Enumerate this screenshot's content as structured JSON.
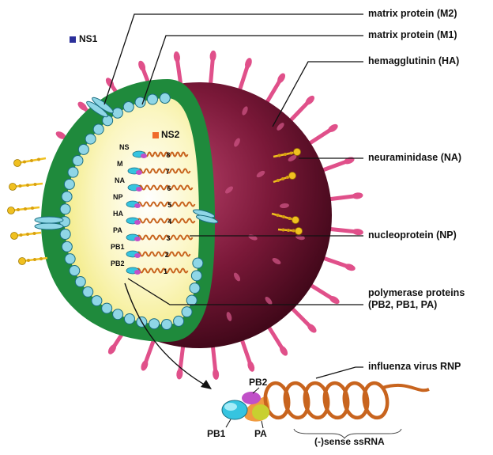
{
  "labels": {
    "m2": "matrix protein (M2)",
    "m1": "matrix protein (M1)",
    "ha": "hemagglutinin (HA)",
    "na": "neuraminidase (NA)",
    "np": "nucleoprotein (NP)",
    "poly_line1": "polymerase proteins",
    "poly_line2": "(PB2, PB1, PA)",
    "rnp": "influenza virus RNP",
    "ssrna": "(-)sense ssRNA",
    "rnp_pb2": "PB2",
    "rnp_pb1": "PB1",
    "rnp_pa": "PA"
  },
  "legend": {
    "ns1": {
      "label": "NS1",
      "color": "#2b2f9a"
    },
    "ns2": {
      "label": "NS2",
      "color": "#f06a2a"
    }
  },
  "segments": [
    {
      "name": "NS",
      "number": "8"
    },
    {
      "name": "M",
      "number": "7"
    },
    {
      "name": "NA",
      "number": "6"
    },
    {
      "name": "NP",
      "number": "5"
    },
    {
      "name": "HA",
      "number": "4"
    },
    {
      "name": "PA",
      "number": "3"
    },
    {
      "name": "PB1",
      "number": "2"
    },
    {
      "name": "PB2",
      "number": "1"
    }
  ],
  "colors": {
    "envelope": "#1f8a3c",
    "matrix_bead": "#8fd6e6",
    "interior": "#fbf7c8",
    "capsid_dark": "#5c0f2a",
    "spike_ha": "#e0508a",
    "spike_na": "#f0c020",
    "rna_helix": "#c8641e"
  }
}
